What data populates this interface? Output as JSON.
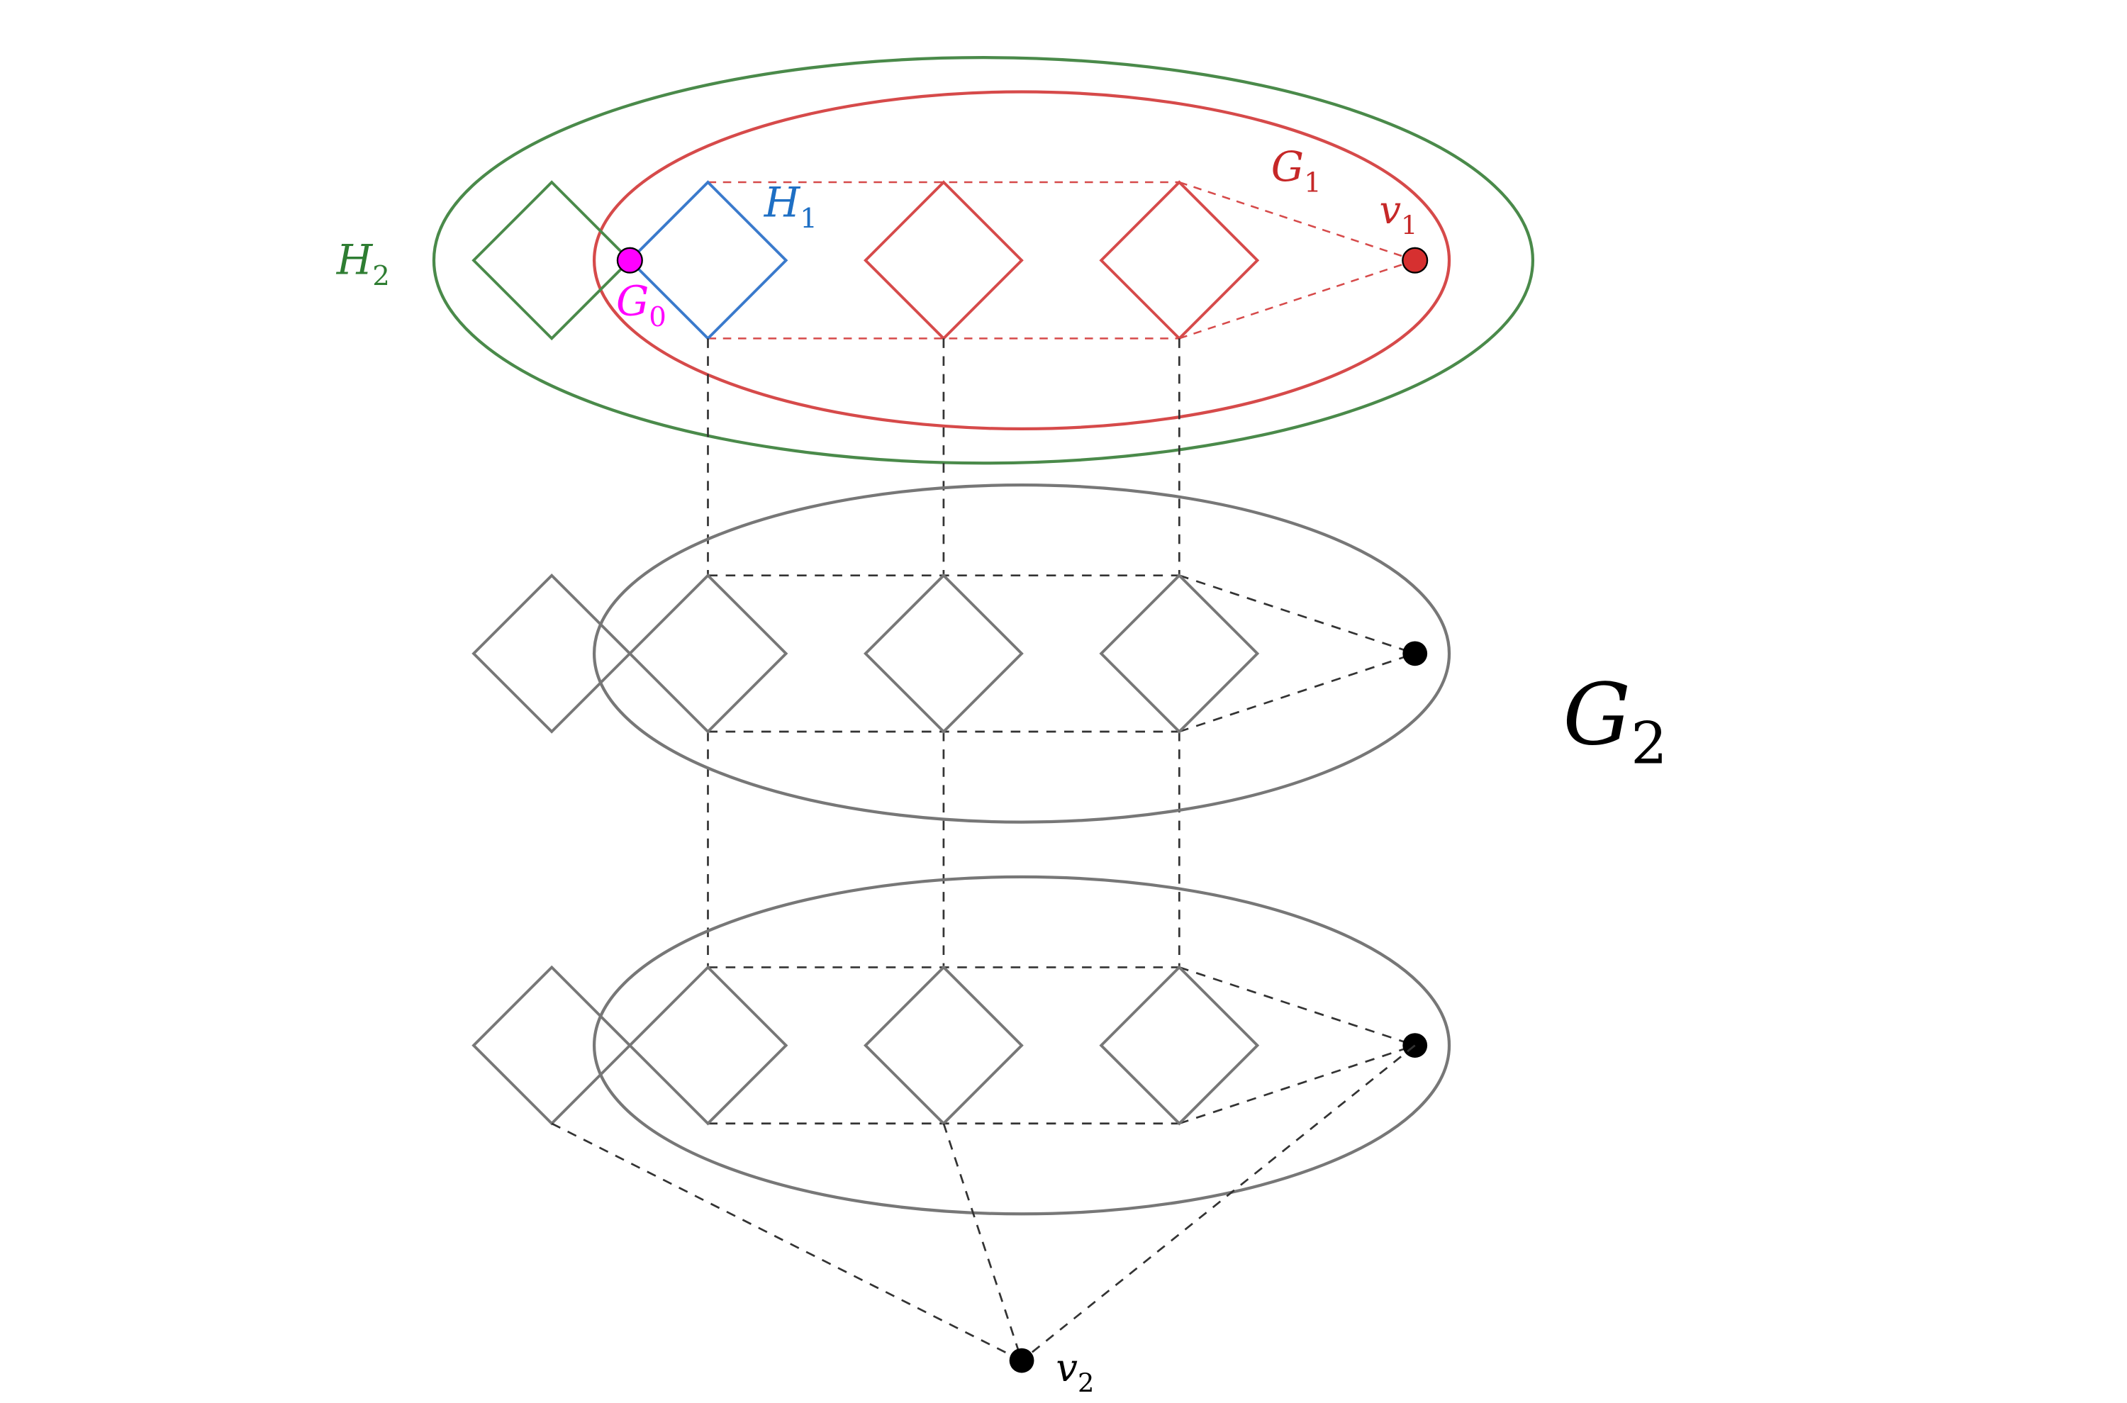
{
  "labels": {
    "h2": {
      "base": "H",
      "sub": "2"
    },
    "h1": {
      "base": "H",
      "sub": "1"
    },
    "g0": {
      "base": "G",
      "sub": "0"
    },
    "g1": {
      "base": "G",
      "sub": "1"
    },
    "v1": {
      "base": "v",
      "sub": "1"
    },
    "g2": {
      "base": "G",
      "sub": "2"
    },
    "v2": {
      "base": "v",
      "sub": "2"
    }
  },
  "colors": {
    "green": "#4a8a4a",
    "red": "#d64a4a",
    "blue": "#3a7acc",
    "magenta": "#ff00ff",
    "gray": "#777777",
    "black": "#000000",
    "label_green": "#2e7d32",
    "label_red": "#c62828",
    "label_blue": "#1e6fc4"
  }
}
